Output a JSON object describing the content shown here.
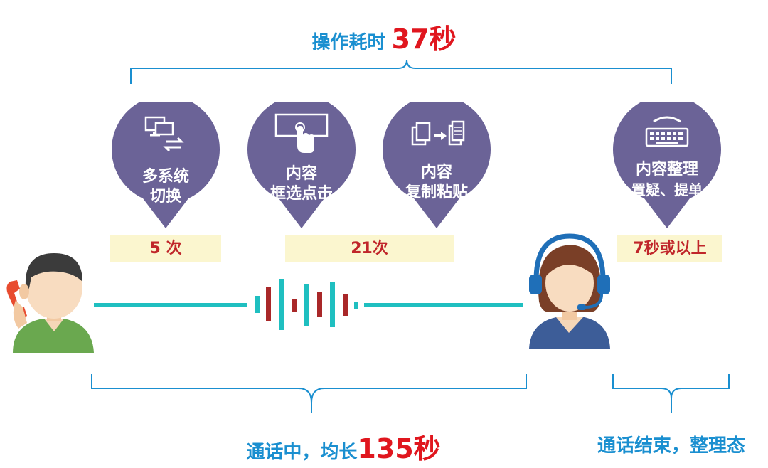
{
  "top": {
    "label": "操作耗时",
    "value": "37秒"
  },
  "steps": [
    {
      "id": "multi-system",
      "icon": "monitor-switch-icon",
      "lines": [
        "多系统",
        "切换"
      ],
      "count": "5 次"
    },
    {
      "id": "select-click",
      "icon": "touch-screen-icon",
      "lines": [
        "内容",
        "框选点击"
      ],
      "count": "21次"
    },
    {
      "id": "copy-paste",
      "icon": "copy-document-icon",
      "lines": [
        "内容",
        "复制粘贴"
      ],
      "count": ""
    },
    {
      "id": "organize",
      "icon": "keyboard-icon",
      "lines": [
        "内容整理",
        "置疑、提单"
      ],
      "count": "7秒或以上"
    }
  ],
  "bottom_left": {
    "label": "通话中，均长",
    "value": "135秒"
  },
  "bottom_right": {
    "label": "通话结束，整理态"
  },
  "colors": {
    "pin": "#6b6397",
    "bracket": "#1a8fd0",
    "line": "#1fbfc0",
    "highlight": "#e0161e",
    "box": "#fbf6cf",
    "count_text": "#c0262a"
  }
}
